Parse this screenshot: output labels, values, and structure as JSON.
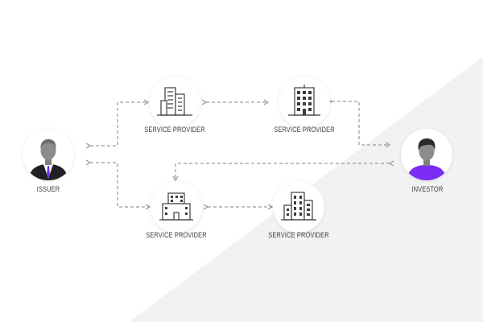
{
  "nodes": {
    "issuer": {
      "label": "ISSUER",
      "icon": "businessman-avatar-icon"
    },
    "investor": {
      "label": "INVESTOR",
      "icon": "person-avatar-icon"
    },
    "provider_top_left": {
      "label": "SERVICE PROVIDER",
      "icon": "office-buildings-icon"
    },
    "provider_top_right": {
      "label": "SERVICE PROVIDER",
      "icon": "office-tower-icon"
    },
    "provider_bottom_left": {
      "label": "SERVICE PROVIDER",
      "icon": "office-block-icon"
    },
    "provider_bottom_right": {
      "label": "SERVICE PROVIDER",
      "icon": "office-buildings-icon"
    }
  },
  "colors": {
    "accent": "#7b2cf5",
    "arrow": "#9a9a9a",
    "icon_stroke": "#3c3c3c",
    "avatar_gray": "#8c8c8c",
    "background_band": "#f1f1f1"
  }
}
